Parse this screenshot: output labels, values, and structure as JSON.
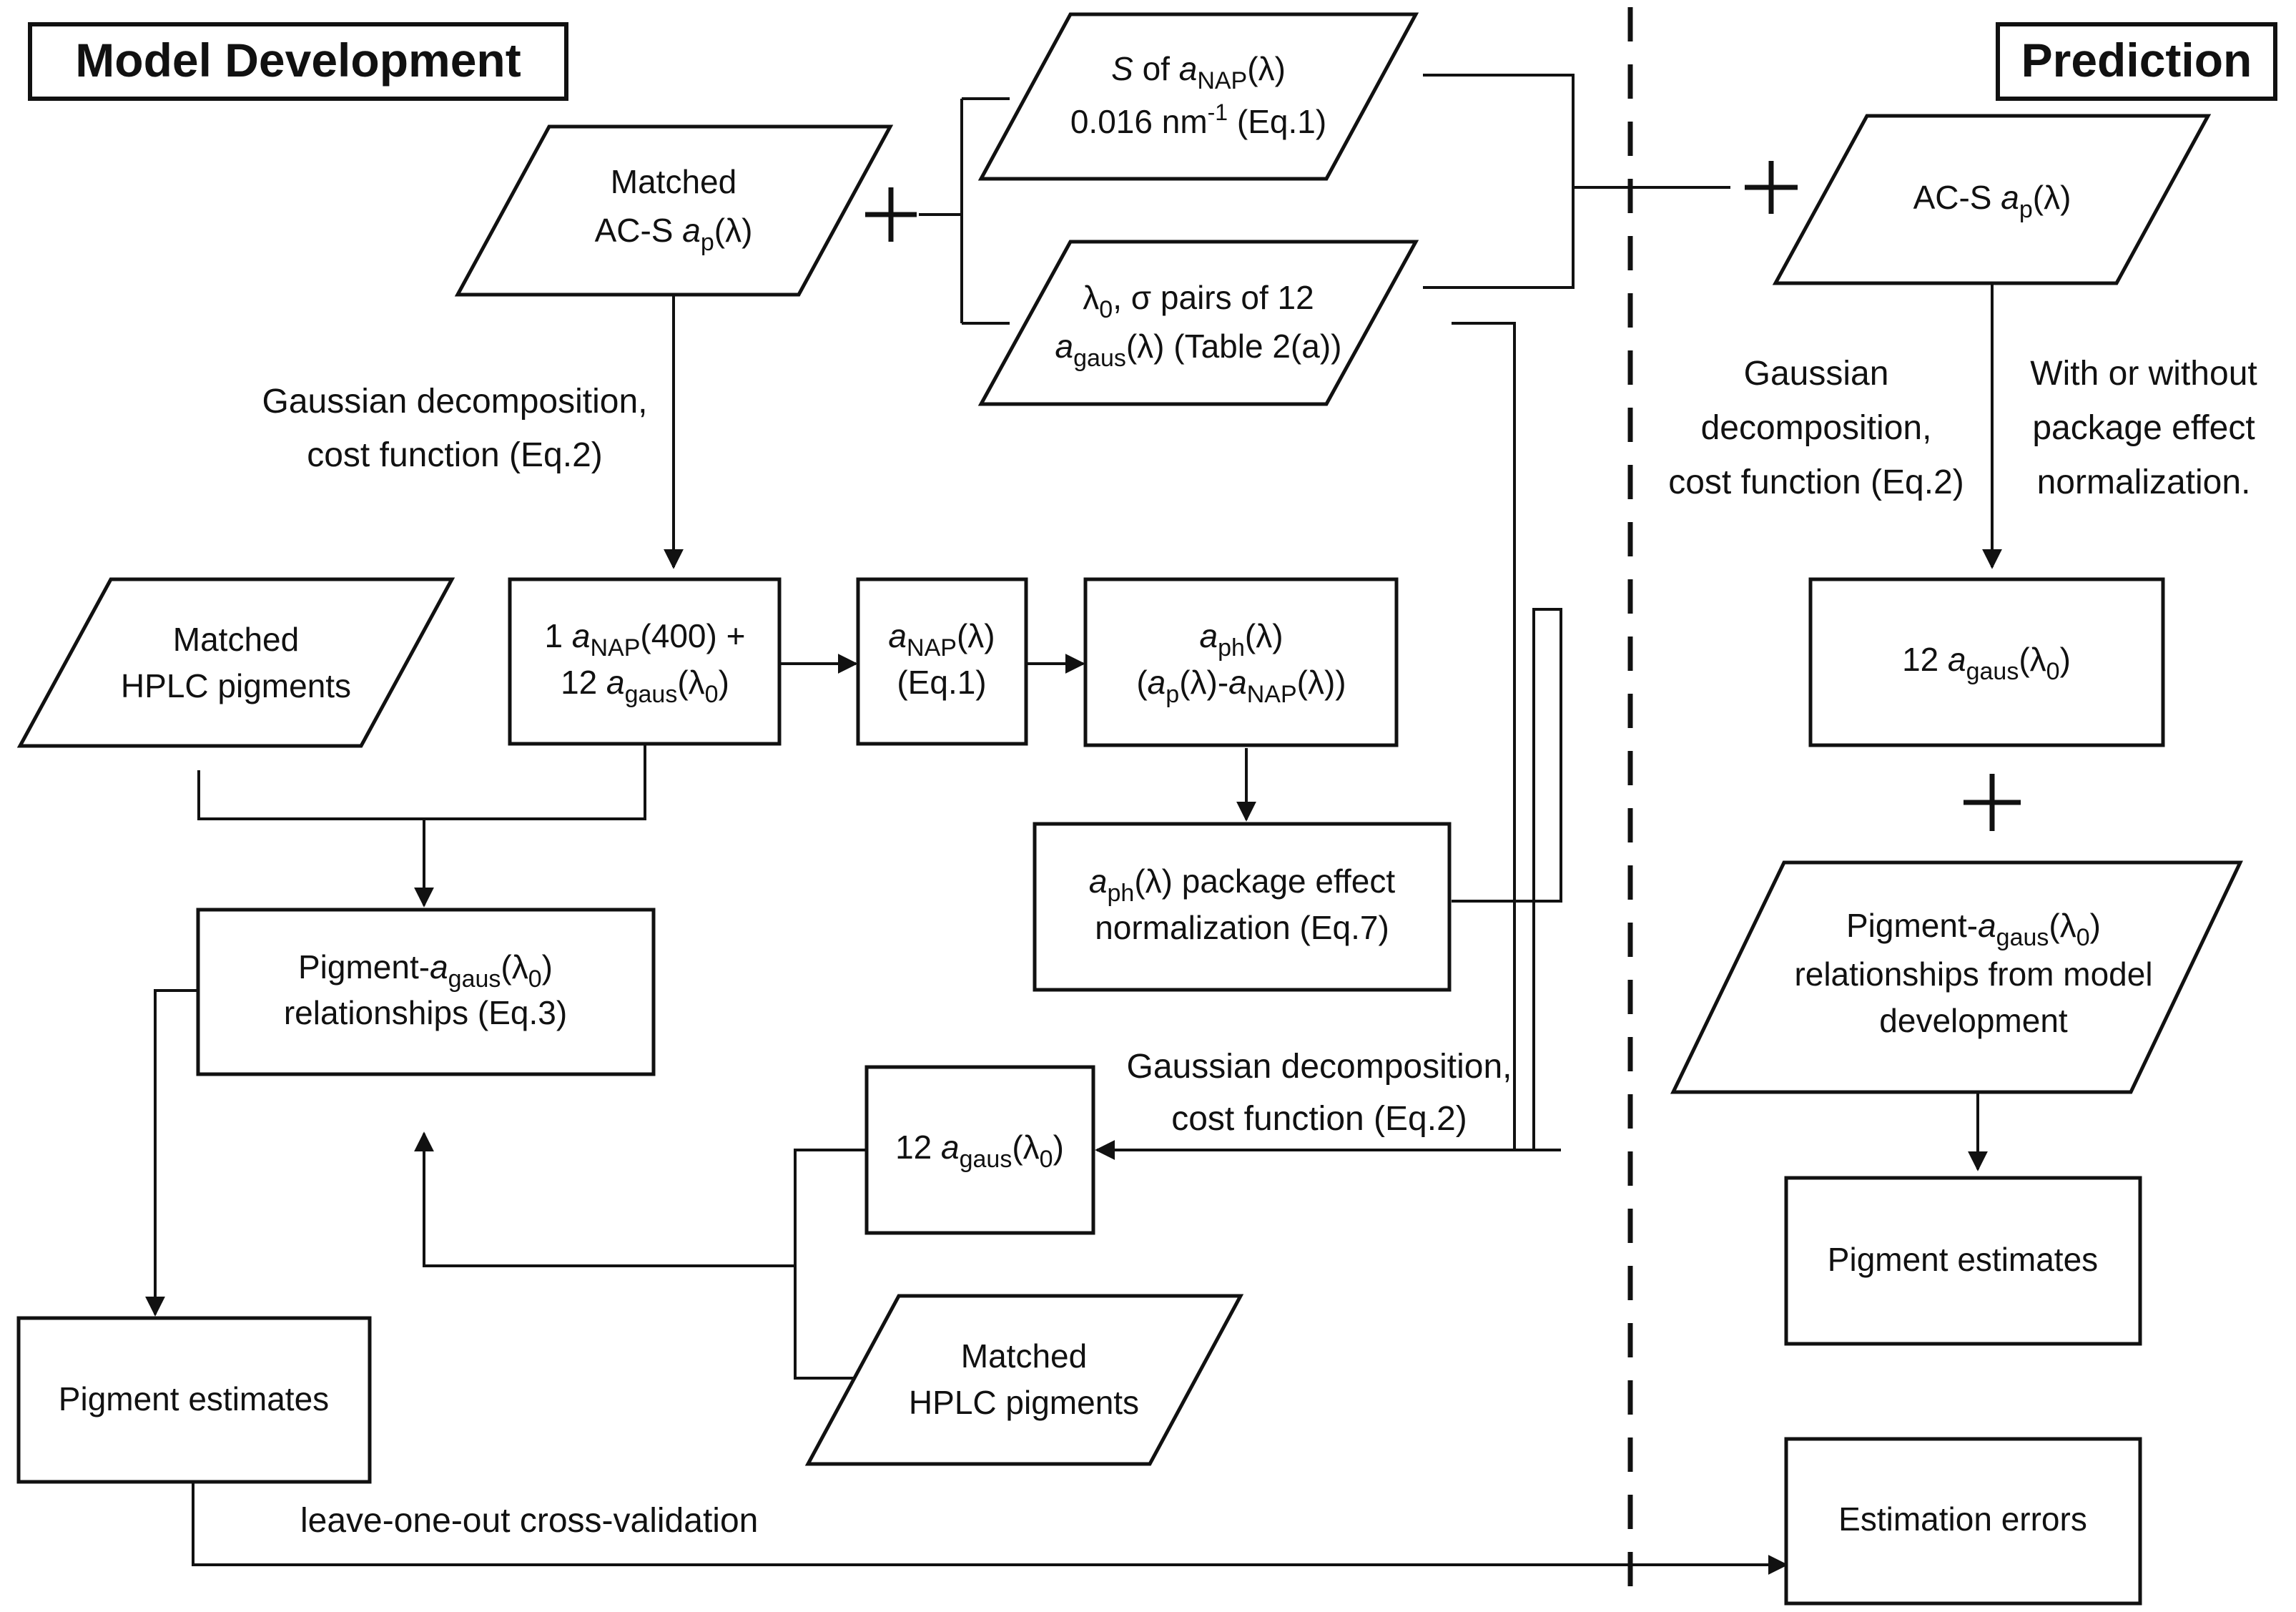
{
  "titles": {
    "model_development": "Model Development",
    "prediction": "Prediction"
  },
  "nodes": {
    "matched_acs": {
      "line1": "Matched",
      "line2_pre": "AC-S ",
      "line2_it": "a",
      "line2_sub": "p",
      "line2_post": "(λ)"
    },
    "s_anap": {
      "l1_it1": "S",
      "l1_mid": " of ",
      "l1_it2": "a",
      "l1_sub": "NAP",
      "l1_post": "(λ)",
      "l2_pre": "0.016 nm",
      "l2_sup": "-1",
      "l2_post": " (Eq.1)"
    },
    "lambda_sigma": {
      "l1_pre": "λ",
      "l1_sub": "0",
      "l1_post": ", σ pairs of 12",
      "l2_it": "a",
      "l2_sub": "gaus",
      "l2_post": "(λ) (Table 2(a))"
    },
    "matched_hplc_1": {
      "line1": "Matched",
      "line2": "HPLC pigments"
    },
    "nap400_gaus": {
      "l1_pre": "1 ",
      "l1_it": "a",
      "l1_sub": "NAP",
      "l1_post": "(400) +",
      "l2_pre": "12 ",
      "l2_it": "a",
      "l2_sub": "gaus",
      "l2_mid": "(λ",
      "l2_sub2": "0",
      "l2_post": ")"
    },
    "anap_eq1": {
      "l1_it": "a",
      "l1_sub": "NAP",
      "l1_post": "(λ)",
      "l2": "(Eq.1)"
    },
    "aph": {
      "l1_it": "a",
      "l1_sub": "ph",
      "l1_post": "(λ)",
      "l2_pre": "(",
      "l2_it1": "a",
      "l2_sub1": "p",
      "l2_mid": "(λ)-",
      "l2_it2": "a",
      "l2_sub2": "NAP",
      "l2_post": "(λ))"
    },
    "aph_norm": {
      "l1_it": "a",
      "l1_sub": "ph",
      "l1_post": "(λ) package effect",
      "l2": "normalization (Eq.7)"
    },
    "pigment_rel": {
      "l1_pre": "Pigment-",
      "l1_it": "a",
      "l1_sub": "gaus",
      "l1_mid": "(λ",
      "l1_sub2": "0",
      "l1_post": ")",
      "l2": "relationships (Eq.3)"
    },
    "gaus12_model": {
      "pre": "12 ",
      "it": "a",
      "sub": "gaus",
      "mid": "(λ",
      "sub2": "0",
      "post": ")"
    },
    "matched_hplc_2": {
      "line1": "Matched",
      "line2": "HPLC pigments"
    },
    "pigment_estimates_1": {
      "label": "Pigment estimates"
    },
    "acs_pred": {
      "pre": "AC-S ",
      "it": "a",
      "sub": "p",
      "post": "(λ)"
    },
    "gaus12_pred": {
      "pre": "12 ",
      "it": "a",
      "sub": "gaus",
      "mid": "(λ",
      "sub2": "0",
      "post": ")"
    },
    "pigment_rel_pred": {
      "l1_pre": "Pigment-",
      "l1_it": "a",
      "l1_sub": "gaus",
      "l1_mid": "(λ",
      "l1_sub2": "0",
      "l1_post": ")",
      "l2": "relationships from model",
      "l3": "development"
    },
    "pigment_estimates_2": {
      "label": "Pigment estimates"
    },
    "estimation_errors": {
      "label": "Estimation errors"
    }
  },
  "edge_labels": {
    "gauss_decomp_1": {
      "line1": "Gaussian decomposition,",
      "line2": "cost function (Eq.2)"
    },
    "gauss_decomp_2": {
      "line1": "Gaussian decomposition,",
      "line2": "cost function (Eq.2)"
    },
    "gauss_decomp_pred": {
      "line1": "Gaussian",
      "line2": "decomposition,",
      "line3": "cost function (Eq.2)"
    },
    "package_effect": {
      "line1": "With or without",
      "line2": "package effect",
      "line3": "normalization."
    },
    "loocv": "leave-one-out cross-validation"
  }
}
